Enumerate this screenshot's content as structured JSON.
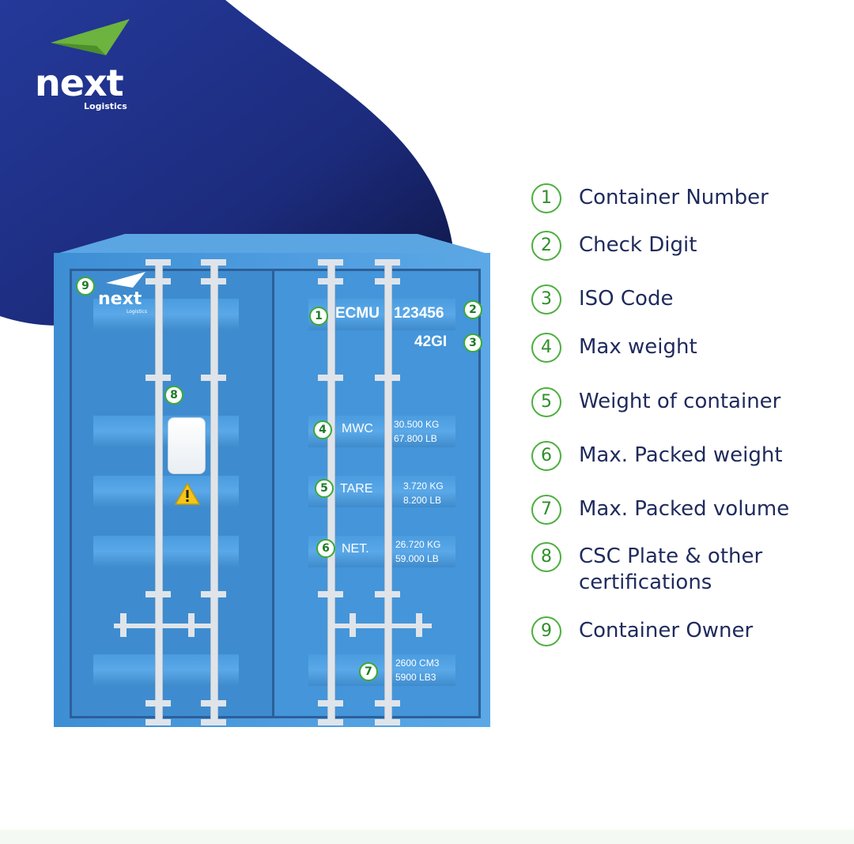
{
  "brand": {
    "name": "next",
    "tagline": "Logistics",
    "colors": {
      "navy": "#1d2c7a",
      "green": "#5aa83c",
      "container_blue": "#4a99dc"
    }
  },
  "container": {
    "owner_logo": {
      "name": "next",
      "tagline": "Logistics"
    },
    "number_prefix": "ECMU",
    "number": "123456",
    "iso_code": "42GI",
    "mwc": {
      "label": "MWC",
      "kg": "30.500 KG",
      "lb": "67.800 LB"
    },
    "tare": {
      "label": "TARE",
      "kg": "3.720 KG",
      "lb": "8.200 LB"
    },
    "net": {
      "label": "NET.",
      "kg": "26.720 KG",
      "lb": "59.000 LB"
    },
    "volume": {
      "cm": "2600 CM3",
      "lb": "5900 LB3"
    },
    "markers": [
      "1",
      "2",
      "3",
      "4",
      "5",
      "6",
      "7",
      "8",
      "9"
    ],
    "warning_icon": "warning-triangle-icon"
  },
  "legend": [
    {
      "num": "1",
      "text": "Container Number"
    },
    {
      "num": "2",
      "text": "Check Digit"
    },
    {
      "num": "3",
      "text": "ISO Code"
    },
    {
      "num": "4",
      "text": "Max weight"
    },
    {
      "num": "5",
      "text": "Weight of container"
    },
    {
      "num": "6",
      "text": "Max. Packed weight"
    },
    {
      "num": "7",
      "text": "Max. Packed volume"
    },
    {
      "num": "8",
      "text": "CSC Plate & other certifications"
    },
    {
      "num": "9",
      "text": "Container Owner"
    }
  ]
}
